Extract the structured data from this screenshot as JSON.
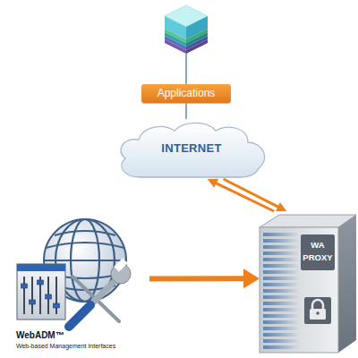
{
  "diagram": {
    "nodes": [
      {
        "text": [
          "Applications"
        ]
      },
      {
        "text": [
          "INTERNET"
        ]
      },
      {
        "text": [
          "WebADM™",
          "Web-based Management Interfaces"
        ]
      },
      {
        "text": [
          "WA PROXY"
        ]
      }
    ],
    "edges": [
      {
        "from": 0,
        "to": 1,
        "arrow": "none"
      },
      {
        "from": 1,
        "to": 3,
        "arrow": "to"
      },
      {
        "from": 3,
        "to": 1,
        "arrow": "to"
      },
      {
        "from": 2,
        "to": 3,
        "arrow": "to"
      }
    ]
  }
}
